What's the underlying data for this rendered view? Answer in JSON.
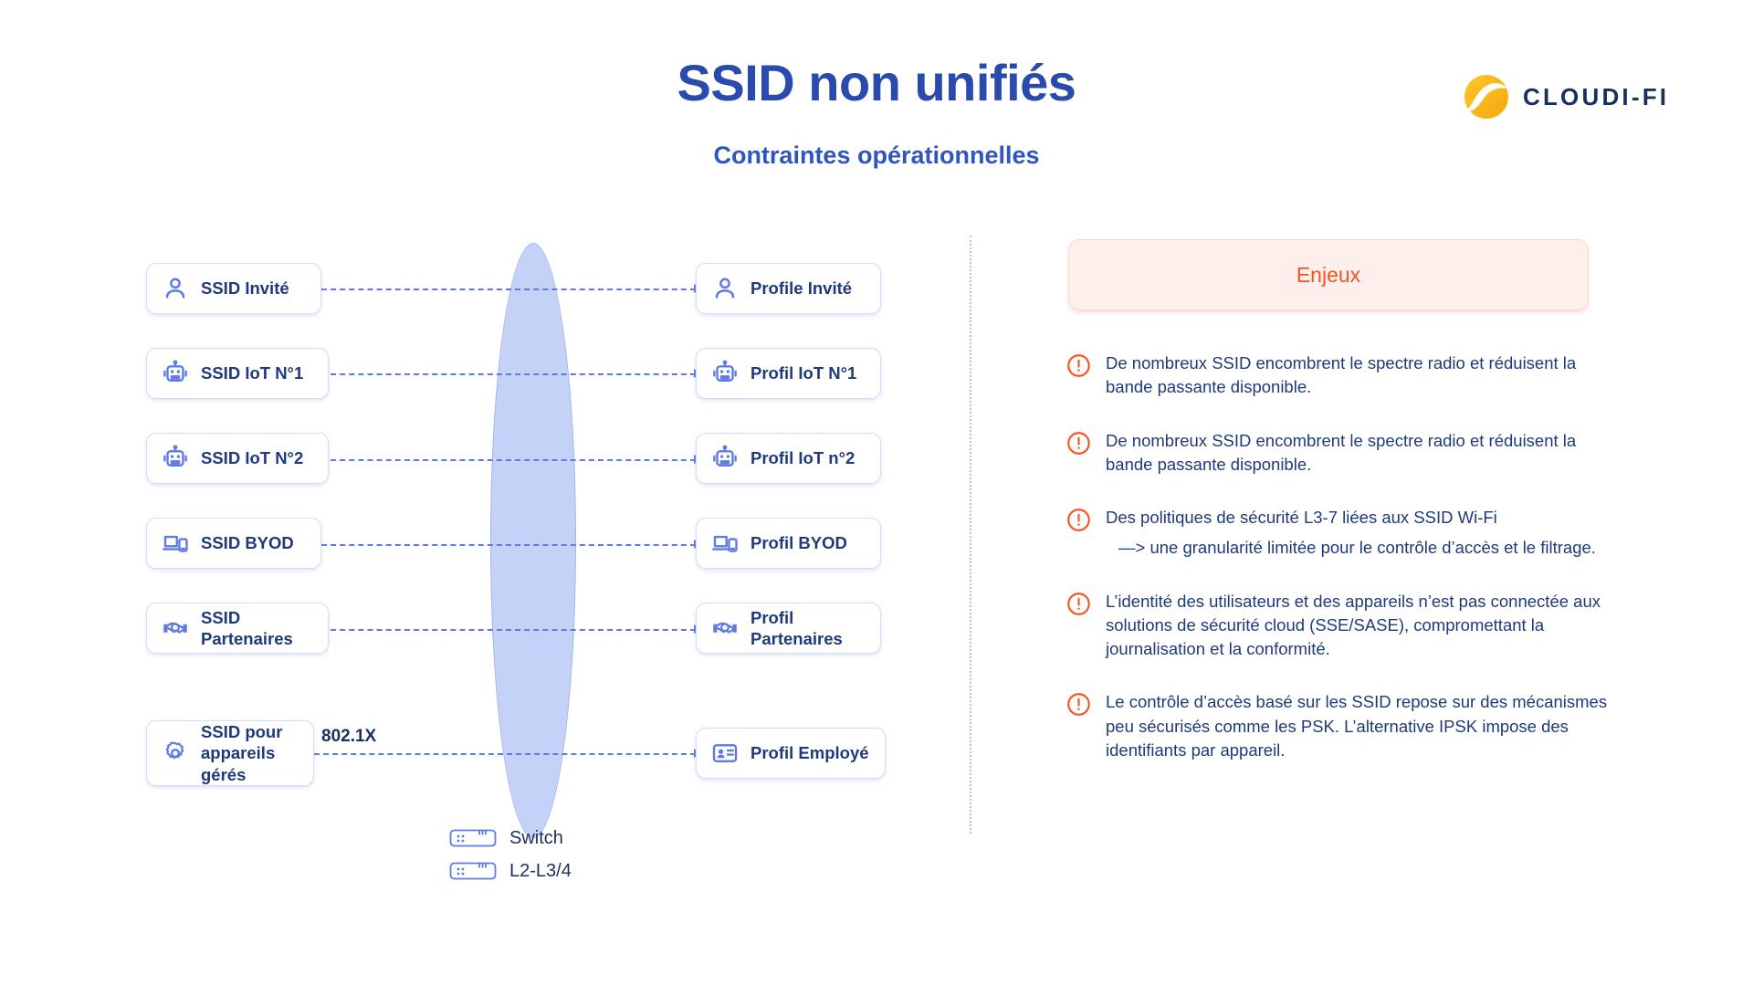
{
  "header": {
    "title": "SSID non unifiés",
    "subtitle": "Contraintes opérationnelles",
    "logo_text": "CLOUDI-FI",
    "logo_icon": "cloudi-fi-swoosh-logo"
  },
  "colors": {
    "title_blue": "#2a4bad",
    "subtitle_blue": "#2f55be",
    "node_text": "#1e3a7a",
    "icon_blue": "#5f7ae4",
    "ellipse_fill": "#c2d0f7",
    "ellipse_border": "#9db2ee",
    "accent_orange": "#fb4f24",
    "panel_bg": "#fdf0ec",
    "panel_border": "#fbd8cd",
    "box_border": "#d2dcfa",
    "logo_yellow": "#f9bc1b",
    "logo_navy": "#17305e"
  },
  "diagram": {
    "ssid_nodes": [
      {
        "label": "SSID Invité",
        "icon": "user-icon"
      },
      {
        "label": "SSID IoT N°1",
        "icon": "robot-icon"
      },
      {
        "label": "SSID IoT N°2",
        "icon": "robot-icon"
      },
      {
        "label": "SSID BYOD",
        "icon": "laptop-phone-icon"
      },
      {
        "label": "SSID Partenaires",
        "icon": "handshake-icon"
      },
      {
        "label": "SSID pour\nappareils gérés",
        "icon": "gear-icon"
      }
    ],
    "profile_nodes": [
      {
        "label": "Profile Invité",
        "icon": "user-icon"
      },
      {
        "label": "Profil IoT N°1",
        "icon": "robot-icon"
      },
      {
        "label": "Profil IoT n°2",
        "icon": "robot-icon"
      },
      {
        "label": "Profil BYOD",
        "icon": "laptop-phone-icon"
      },
      {
        "label": "Profil Partenaires",
        "icon": "handshake-icon"
      },
      {
        "label": "Profil Employé",
        "icon": "id-badge-icon"
      }
    ],
    "connector_label": "802.1X",
    "switch_rows": [
      {
        "label": "Switch",
        "icon": "switch-icon"
      },
      {
        "label": "L2-L3/4",
        "icon": "switch-icon"
      }
    ]
  },
  "panel": {
    "heading": "Enjeux",
    "issues": [
      {
        "text": "De nombreux SSID encombrent le spectre radio et réduisent la bande passante disponible.",
        "sub": ""
      },
      {
        "text": "De nombreux SSID encombrent le spectre radio et réduisent la bande passante disponible.",
        "sub": ""
      },
      {
        "text": "Des politiques de sécurité L3-7 liées aux SSID Wi-Fi",
        "sub": "—> une granularité limitée pour le contrôle d’accès et le filtrage."
      },
      {
        "text": "L’identité des utilisateurs et des appareils n’est pas connectée aux solutions de sécurité cloud (SSE/SASE), compromettant la journalisation et la conformité.",
        "sub": ""
      },
      {
        "text": "Le contrôle d’accès basé sur les SSID repose sur des mécanismes peu sécurisés comme les PSK. L’alternative IPSK impose des identifiants par appareil.",
        "sub": ""
      }
    ],
    "bullet_icon": "alert-circle-icon"
  }
}
